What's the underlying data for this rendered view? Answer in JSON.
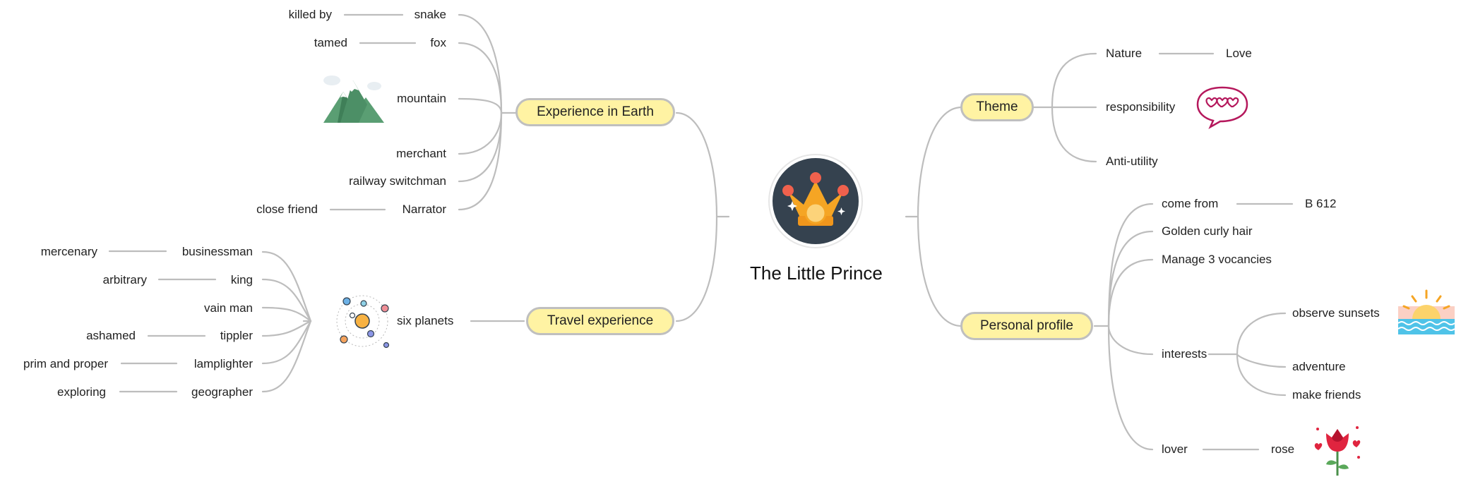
{
  "central": {
    "title": "The Little Prince",
    "icon": "crown-icon"
  },
  "main_topics": {
    "experience_earth": "Experience in Earth",
    "travel_experience": "Travel experience",
    "theme": "Theme",
    "personal_profile": "Personal profile"
  },
  "earth": {
    "snake": "snake",
    "killed_by": "killed by",
    "fox": "fox",
    "tamed": "tamed",
    "mountain": "mountain",
    "merchant": "merchant",
    "railway_switchman": "railway switchman",
    "narrator": "Narrator",
    "close_friend": "close friend"
  },
  "travel": {
    "six_planets": "six planets",
    "businessman": "businessman",
    "mercenary": "mercenary",
    "king": "king",
    "arbitrary": "arbitrary",
    "vain_man": "vain man",
    "tippler": "tippler",
    "ashamed": "ashamed",
    "lamplighter": "lamplighter",
    "prim_and_proper": "prim and proper",
    "geographer": "geographer",
    "exploring": "exploring"
  },
  "theme": {
    "nature": "Nature",
    "love": "Love",
    "responsibility": "responsibility",
    "anti_utility": "Anti-utility"
  },
  "profile": {
    "come_from": "come from",
    "b612": "B 612",
    "golden_curly_hair": "Golden curly hair",
    "manage_vocancies": "Manage 3 vocancies",
    "interests": "interests",
    "observe_sunsets": "observe sunsets",
    "adventure": "adventure",
    "make_friends": "make friends",
    "lover": "lover",
    "rose": "rose"
  },
  "icons": {
    "mountain": "mountain-icon",
    "planets": "solar-system-icon",
    "hearts": "heart-speech-bubble-icon",
    "sunset": "sunset-icon",
    "rose": "rose-icon"
  },
  "colors": {
    "pill_fill": "#fff3a3",
    "pill_border": "#bfbfbf",
    "line": "#bdbdbd"
  }
}
